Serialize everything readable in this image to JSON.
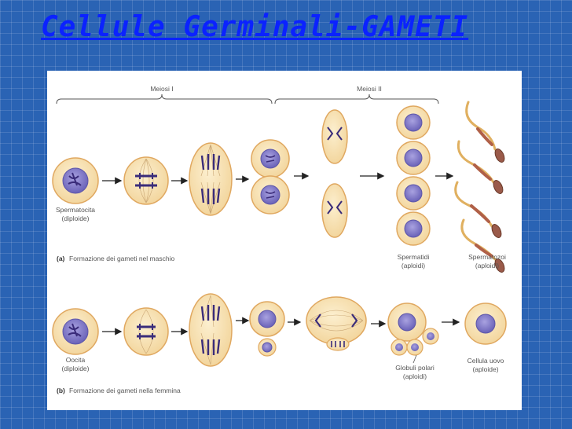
{
  "slide": {
    "title": "Cellule Germinali-GAMETI"
  },
  "diagram": {
    "phase_labels": {
      "meiosis1": "Meiosi I",
      "meiosis2": "Meiosi II"
    },
    "male": {
      "caption_letter": "(a)",
      "caption": "Formazione dei gameti nel maschio",
      "start_cell_line1": "Spermatocita",
      "start_cell_line2": "(diploide)",
      "spermatids_line1": "Spermatidi",
      "spermatids_line2": "(aploidi)",
      "sperm_line1": "Spermatozoi",
      "sperm_line2": "(aploidi)"
    },
    "female": {
      "caption_letter": "(b)",
      "caption": "Formazione dei gameti nella femmina",
      "start_cell_line1": "Oocita",
      "start_cell_line2": "(diploide)",
      "polar_line1": "Globuli polari",
      "polar_line2": "(aploidi)",
      "egg_line1": "Cellula uovo",
      "egg_line2": "(aploide)"
    }
  },
  "colors": {
    "title": "#0b22ff",
    "background": "#2a63b4",
    "cell_fill": "#f6dfae",
    "cell_edge": "#e0a860",
    "nucleus": "#7b73c6",
    "chromosome": "#3a2c7a"
  }
}
